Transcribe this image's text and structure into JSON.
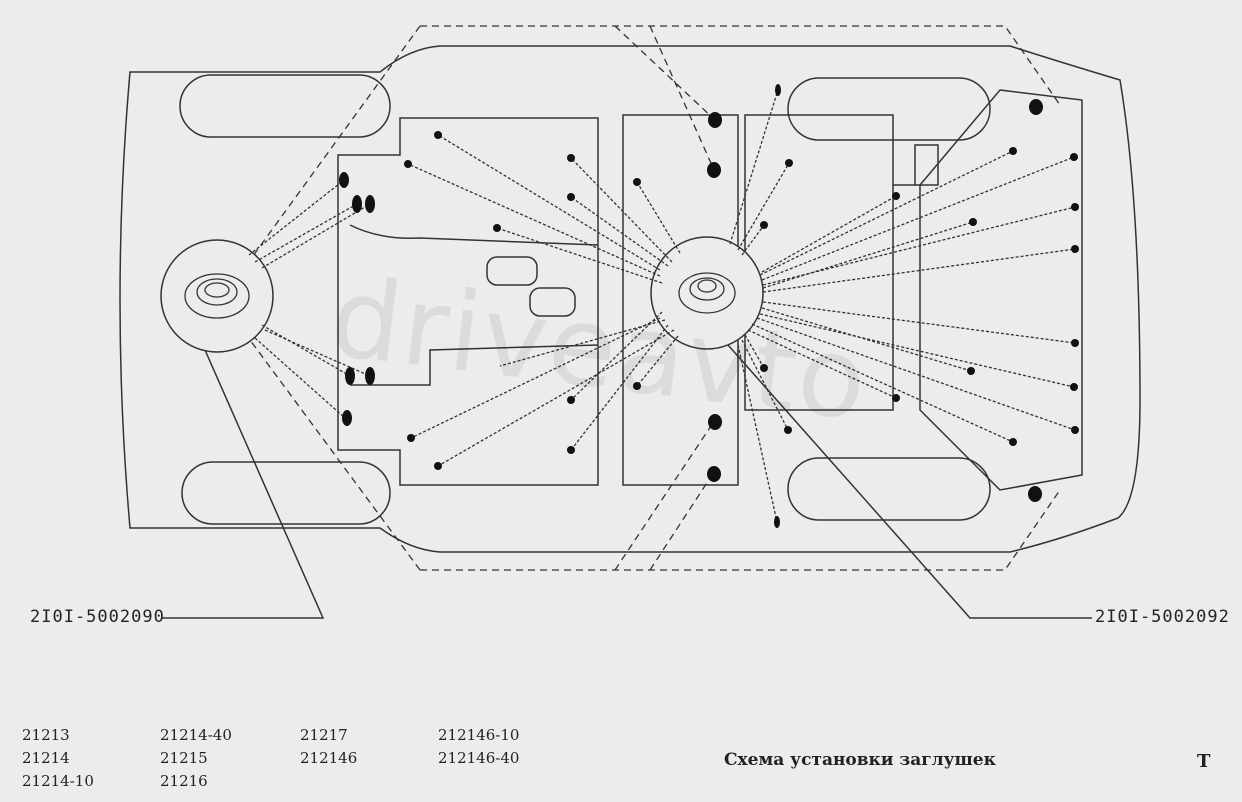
{
  "callouts": {
    "left_part": "2I0I-5002090",
    "right_part": "2I0I-5002092"
  },
  "models": {
    "col1": [
      "21213",
      "21214",
      "21214-10"
    ],
    "col2": [
      "21214-40",
      "21215",
      "21216"
    ],
    "col3": [
      "21217",
      "212146"
    ],
    "col4": [
      "212146-10",
      "212146-40"
    ]
  },
  "caption": "Схема установки заглушек",
  "page_letter": "T",
  "watermark": "driveavto"
}
